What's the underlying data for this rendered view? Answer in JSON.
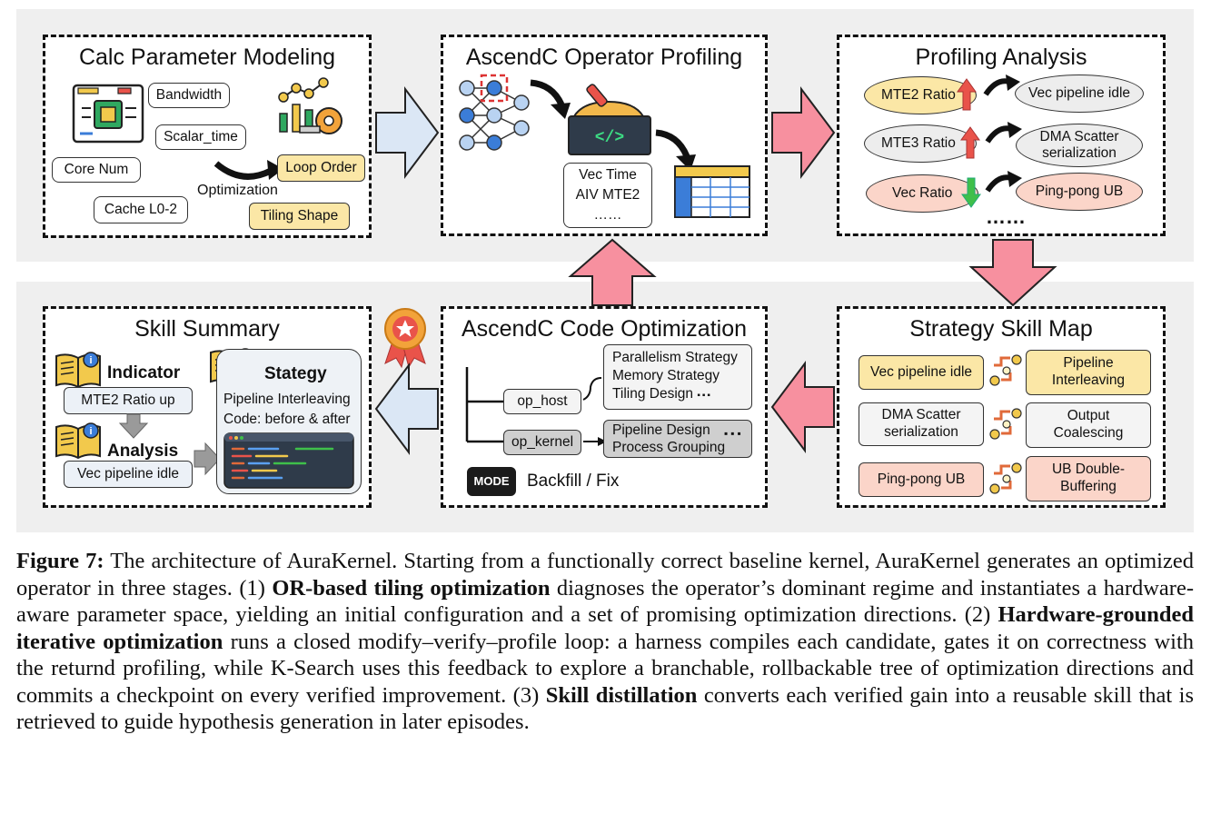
{
  "stage1": {
    "title": "Calc Parameter Modeling",
    "bandwidth": "Bandwidth",
    "scalar_time": "Scalar_time",
    "core_num": "Core Num",
    "cache": "Cache L0-2",
    "optimization": "Optimization",
    "loop_order": "Loop Order",
    "tiling_shape": "Tiling Shape"
  },
  "stage2": {
    "title": "AscendC Operator Profiling",
    "metrics_line1": "Vec Time",
    "metrics_line2": "AIV MTE2",
    "metrics_line3": "……"
  },
  "stage3": {
    "title": "Profiling Analysis",
    "rows": [
      {
        "metric": "MTE2 Ratio",
        "result": "Vec pipeline idle",
        "trend": "up"
      },
      {
        "metric": "MTE3 Ratio",
        "result": "DMA Scatter serialization",
        "result_l1": "DMA Scatter",
        "result_l2": "serialization",
        "trend": "up"
      },
      {
        "metric": "Vec Ratio",
        "result": "Ping-pong UB",
        "trend": "down"
      }
    ],
    "more": "……"
  },
  "stage4": {
    "title": "Strategy Skill Map",
    "rows": [
      {
        "problem": "Vec pipeline idle",
        "strategy_l1": "Pipeline",
        "strategy_l2": "Interleaving"
      },
      {
        "problem_l1": "DMA Scatter",
        "problem_l2": "serialization",
        "strategy_l1": "Output",
        "strategy_l2": "Coalescing"
      },
      {
        "problem": "Ping-pong UB",
        "strategy_l1": "UB Double-",
        "strategy_l2": "Buffering"
      }
    ]
  },
  "stage5": {
    "title": "AscendC Code Optimization",
    "host_items": [
      "Parallelism Strategy",
      "Memory Strategy",
      "Tiling Design"
    ],
    "host_more": "▪▪▪",
    "op_host": "op_host",
    "op_kernel": "op_kernel",
    "kernel_items": [
      "Pipeline Design",
      "Process Grouping"
    ],
    "kernel_more": "▪▪▪",
    "mode_badge": "MODE",
    "backfill": "Backfill / Fix"
  },
  "stage6": {
    "title": "Skill Summary",
    "indicator_heading": "Indicator",
    "indicator_value": "MTE2 Ratio up",
    "analysis_heading": "Analysis",
    "analysis_value": "Vec pipeline idle",
    "strategy_heading": "Stategy",
    "strategy_line1": "Pipeline Interleaving",
    "strategy_line2": "Code: before & after"
  },
  "caption": {
    "label": "Figure 7:",
    "t1": " The architecture of AuraKernel. Starting from a functionally correct baseline kernel, AuraKernel generates an optimized operator in three stages. (1) ",
    "b1": "OR-based tiling optimization",
    "t2": " diagnoses the operator’s dominant regime and instantiates a hardware-aware parameter space, yielding an initial configuration and a set of promising optimization directions. (2) ",
    "b2": "Hardware-grounded iterative optimization",
    "t3": " runs a closed modify–verify–profile loop: a harness compiles each candidate, gates it on correctness with the returnd profiling, while K-Search uses this feedback to explore a branchable, rollbackable tree of optimization directions and commits a checkpoint on every verified improvement. (3) ",
    "b3": "Skill distillation",
    "t4": " converts each verified gain into a reusable skill that is retrieved to guide hypothesis generation in later episodes."
  },
  "colors": {
    "band": "#efefef",
    "yellow": "#fbe7a6",
    "pink": "#fbd5c9",
    "flow_blue": "#dbe7f5",
    "flow_pink": "#f7909f",
    "node_blue": "#3b7dd8"
  }
}
